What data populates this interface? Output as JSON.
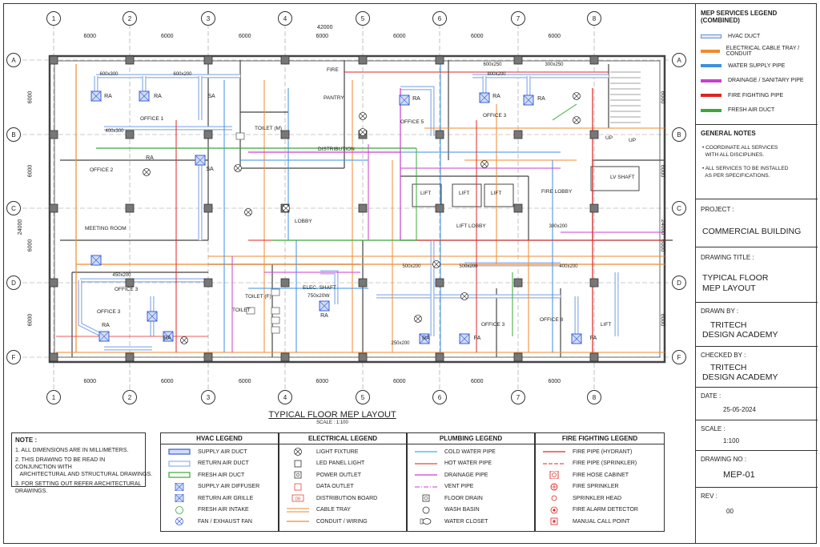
{
  "drawing": {
    "title": "TYPICAL FLOOR MEP LAYOUT",
    "scale_note": "SCALE : 1:100",
    "overall_dim": "42000",
    "bay_dim": "6000",
    "side_total": "24000",
    "side_bays": [
      "6000",
      "6000",
      "6000",
      "6000"
    ],
    "columns": [
      "1",
      "2",
      "3",
      "4",
      "5",
      "6",
      "7",
      "8"
    ],
    "rows": [
      "A",
      "B",
      "C",
      "D",
      "F"
    ],
    "rooms": [
      {
        "key": "office1",
        "label": "OFFICE 1"
      },
      {
        "key": "office2",
        "label": "OFFICE 2"
      },
      {
        "key": "meeting",
        "label": "MEETING ROOM"
      },
      {
        "key": "office3a",
        "label": "OFFICE 3"
      },
      {
        "key": "office3b",
        "label": "OFFICE 3"
      },
      {
        "key": "toiletm",
        "label": "TOILET (M)"
      },
      {
        "key": "toiletf",
        "label": "TOILET (F)"
      },
      {
        "key": "toilet",
        "label": "TOILET"
      },
      {
        "key": "pantry",
        "label": "PANTRY"
      },
      {
        "key": "lobby",
        "label": "LOBBY"
      },
      {
        "key": "liftlobby",
        "label": "LIFT LOBBY"
      },
      {
        "key": "lift1",
        "label": "LIFT"
      },
      {
        "key": "lift2",
        "label": "LIFT"
      },
      {
        "key": "lift3",
        "label": "LIFT"
      },
      {
        "key": "firelobby",
        "label": "FIRE LOBBY"
      },
      {
        "key": "office5",
        "label": "OFFICE 5"
      },
      {
        "key": "office3c",
        "label": "OFFICE 3"
      },
      {
        "key": "office3d",
        "label": "OFFICE 3"
      },
      {
        "key": "office8",
        "label": "OFFICE 8"
      },
      {
        "key": "elec",
        "label": "ELEC. SHAFT"
      },
      {
        "key": "elec2",
        "label": "750x20W"
      },
      {
        "key": "lvshaft",
        "label": "LV SHAFT"
      },
      {
        "key": "fire",
        "label": "FIRE"
      },
      {
        "key": "distsect",
        "label": "DISTRIBUTION"
      },
      {
        "key": "up1",
        "label": "UP"
      },
      {
        "key": "up2",
        "label": "UP"
      },
      {
        "key": "lift4",
        "label": "LIFT"
      }
    ],
    "duct_labels": [
      "600x300",
      "600x200",
      "400x300",
      "450x200",
      "600x250",
      "800x200",
      "300x250",
      "300x200",
      "400x200",
      "500x200",
      "500x200",
      "250x200",
      "SA",
      "SA",
      "RA",
      "RA",
      "RA",
      "RA",
      "RA",
      "RA",
      "RA",
      "RA",
      "FA",
      "FA",
      "RA",
      "RA"
    ]
  },
  "legend_combined": {
    "title": "MEP SERVICES LEGEND (COMBINED)",
    "items": [
      {
        "label": "HVAC DUCT",
        "color": "#6b8fd4"
      },
      {
        "label": "ELECTRICAL CABLE TRAY / CONDUIT",
        "color": "#f08a2e"
      },
      {
        "label": "WATER SUPPLY PIPE",
        "color": "#3b8fe0"
      },
      {
        "label": "DRAINAGE / SANITARY PIPE",
        "color": "#c93fd0"
      },
      {
        "label": "FIRE FIGHTING PIPE",
        "color": "#e02424"
      },
      {
        "label": "FRESH AIR DUCT",
        "color": "#3aa83a"
      }
    ]
  },
  "general_notes": {
    "title": "GENERAL NOTES",
    "items": [
      "• COORDINATE ALL SERVICES",
      "  WITH ALL DISCIPLINES.",
      "• ALL SERVICES TO BE INSTALLED",
      "  AS PER SPECIFICATIONS."
    ]
  },
  "title_block": {
    "project_label": "PROJECT :",
    "project_value": "COMMERCIAL BUILDING",
    "drawing_title_label": "DRAWING TITLE :",
    "drawing_title_value1": "TYPICAL FLOOR",
    "drawing_title_value2": "MEP LAYOUT",
    "drawn_by_label": "DRAWN BY :",
    "drawn_by_value1": "TRITECH",
    "drawn_by_value2": "DESIGN ACADEMY",
    "checked_by_label": "CHECKED BY :",
    "checked_by_value1": "TRITECH",
    "checked_by_value2": "DESIGN ACADEMY",
    "date_label": "DATE :",
    "date_value": "25-05-2024",
    "scale_label": "SCALE :",
    "scale_value": "1:100",
    "drawing_no_label": "DRAWING NO :",
    "drawing_no_value": "MEP-01",
    "rev_label": "REV :",
    "rev_value": "00"
  },
  "note": {
    "title": "NOTE :",
    "items": [
      "1. ALL DIMENSIONS ARE IN MILLIMETERS.",
      "2. THIS DRAWING TO BE READ IN CONJUNCTION WITH",
      "   ARCHITECTURAL AND STRUCTURAL DRAWINGS.",
      "3. FOR SETTING OUT REFER ARCHITECTURAL DRAWINGS."
    ]
  },
  "hvac_legend": {
    "title": "HVAC LEGEND",
    "items": [
      {
        "label": "SUPPLY AIR DUCT",
        "icon": "supply-duct",
        "color": "#3b5fd4"
      },
      {
        "label": "RETURN AIR DUCT",
        "icon": "return-duct",
        "color": "#8fb0ea"
      },
      {
        "label": "FRESH AIR DUCT",
        "icon": "fresh-duct",
        "color": "#3aa83a"
      },
      {
        "label": "SUPPLY AIR DIFFUSER",
        "icon": "diffuser"
      },
      {
        "label": "RETURN AIR GRILLE",
        "icon": "grille"
      },
      {
        "label": "FRESH AIR INTAKE",
        "icon": "fa-intake"
      },
      {
        "label": "FAN / EXHAUST FAN",
        "icon": "fan"
      }
    ]
  },
  "electrical_legend": {
    "title": "ELECTRICAL LEGEND",
    "items": [
      {
        "label": "LIGHT FIXTURE",
        "icon": "light"
      },
      {
        "label": "LED PANEL LIGHT",
        "icon": "led-panel"
      },
      {
        "label": "POWER OUTLET",
        "icon": "power-outlet"
      },
      {
        "label": "DATA OUTLET",
        "icon": "data-outlet"
      },
      {
        "label": "DISTRIBUTION BOARD",
        "icon": "db",
        "text": "DB"
      },
      {
        "label": "CABLE TRAY",
        "icon": "cable-tray",
        "color": "#f08a2e"
      },
      {
        "label": "CONDUIT / WIRING",
        "icon": "conduit",
        "color": "#f08a2e"
      }
    ]
  },
  "plumbing_legend": {
    "title": "PLUMBING LEGEND",
    "items": [
      {
        "label": "COLD WATER PIPE",
        "icon": "cold",
        "color": "#3bb2e0"
      },
      {
        "label": "HOT WATER PIPE",
        "icon": "hot",
        "color": "#e04a3a"
      },
      {
        "label": "DRAINAGE PIPE",
        "icon": "drain",
        "color": "#c93fd0"
      },
      {
        "label": "VENT PIPE",
        "icon": "vent",
        "color": "#c93fd0"
      },
      {
        "label": "FLOOR DRAIN",
        "icon": "floor-drain"
      },
      {
        "label": "WASH BASIN",
        "icon": "wash-basin"
      },
      {
        "label": "WATER CLOSET",
        "icon": "water-closet"
      }
    ]
  },
  "fire_legend": {
    "title": "FIRE FIGHTING LEGEND",
    "items": [
      {
        "label": "FIRE PIPE (HYDRANT)",
        "icon": "hydrant",
        "color": "#e02424"
      },
      {
        "label": "FIRE PIPE (SPRINKLER)",
        "icon": "sprinkler-pipe",
        "color": "#e02424"
      },
      {
        "label": "FIRE HOSE CABINET",
        "icon": "hose"
      },
      {
        "label": "FIRE SPRINKLER",
        "icon": "sprinkler"
      },
      {
        "label": "SPRINKLER HEAD",
        "icon": "sprinkler-head"
      },
      {
        "label": "FIRE ALARM DETECTOR",
        "icon": "detector"
      },
      {
        "label": "MANUAL CALL POINT",
        "icon": "call-point"
      }
    ]
  }
}
